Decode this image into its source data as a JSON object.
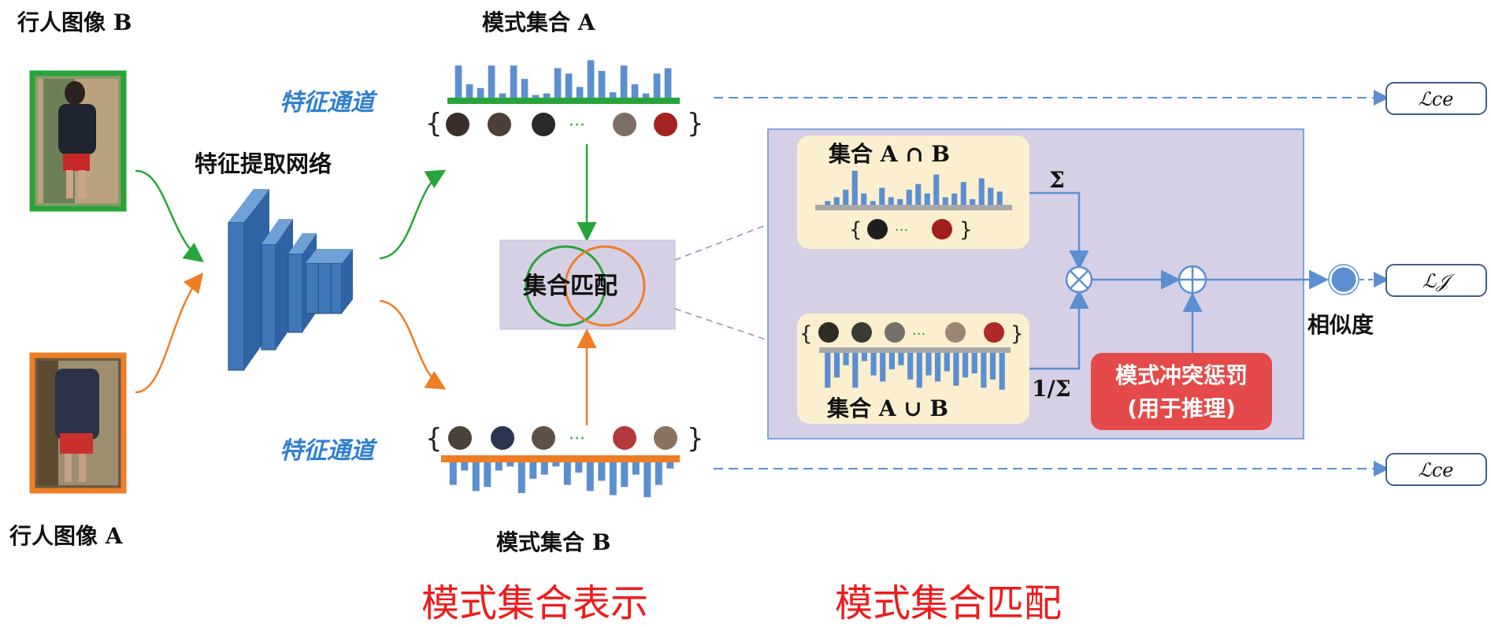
{
  "person_b_label": "行人图像 B",
  "person_a_label": "行人图像 A",
  "backbone_label": "特征提取网络",
  "feature_channel_top": "特征通道",
  "feature_channel_bottom": "特征通道",
  "pattern_set_a": "模式集合  A",
  "pattern_set_b": "模式集合  B",
  "set_matching": "集合匹配",
  "intersection_label": "集合 A ∩ B",
  "union_label": "集合 A ∪ B",
  "sum_symbol": "Σ",
  "inv_sum_symbol": "1/Σ",
  "conflict_penalty_line1": "模式冲突惩罚",
  "conflict_penalty_line2": "(用于推理)",
  "similarity_label": "相似度",
  "loss_top": "ℒce",
  "loss_mid": "ℒ𝒥",
  "loss_bottom": "ℒce",
  "caption_left": "模式集合表示",
  "caption_right": "模式集合匹配",
  "dots": "···",
  "colors": {
    "green": "#27a53a",
    "orange": "#ef7d26",
    "bar_blue": "#5b8fd1",
    "panel": "#d6d0e6",
    "red_box": "#e44a4a"
  },
  "chart_data": [
    {
      "type": "bar",
      "name": "模式集合  A",
      "values": [
        0.6,
        0.25,
        0.18,
        0.6,
        0.08,
        0.6,
        0.35,
        0.05,
        0.08,
        0.55,
        0.45,
        0.2,
        0.7,
        0.5,
        0.1,
        0.6,
        0.25,
        0.08,
        0.45,
        0.55
      ]
    },
    {
      "type": "bar",
      "name": "模式集合  B",
      "values": [
        0.55,
        0.2,
        0.7,
        0.6,
        0.2,
        0.1,
        0.75,
        0.4,
        0.3,
        0.1,
        0.55,
        0.25,
        0.7,
        0.45,
        0.8,
        0.6,
        0.3,
        0.85,
        0.55,
        0.15
      ]
    },
    {
      "type": "bar",
      "name": "集合 A ∩ B",
      "values": [
        0.1,
        0.2,
        0.4,
        0.9,
        0.3,
        0.1,
        0.45,
        0.2,
        0.15,
        0.4,
        0.55,
        0.3,
        0.8,
        0.2,
        0.3,
        0.6,
        0.15,
        0.7,
        0.45,
        0.35
      ]
    },
    {
      "type": "bar",
      "name": "集合 A ∪ B",
      "values": [
        0.85,
        0.6,
        0.3,
        0.85,
        0.2,
        0.55,
        0.7,
        0.4,
        0.3,
        0.65,
        0.85,
        0.55,
        0.7,
        0.45,
        0.8,
        0.6,
        0.5,
        0.85,
        0.65,
        0.9
      ]
    }
  ]
}
